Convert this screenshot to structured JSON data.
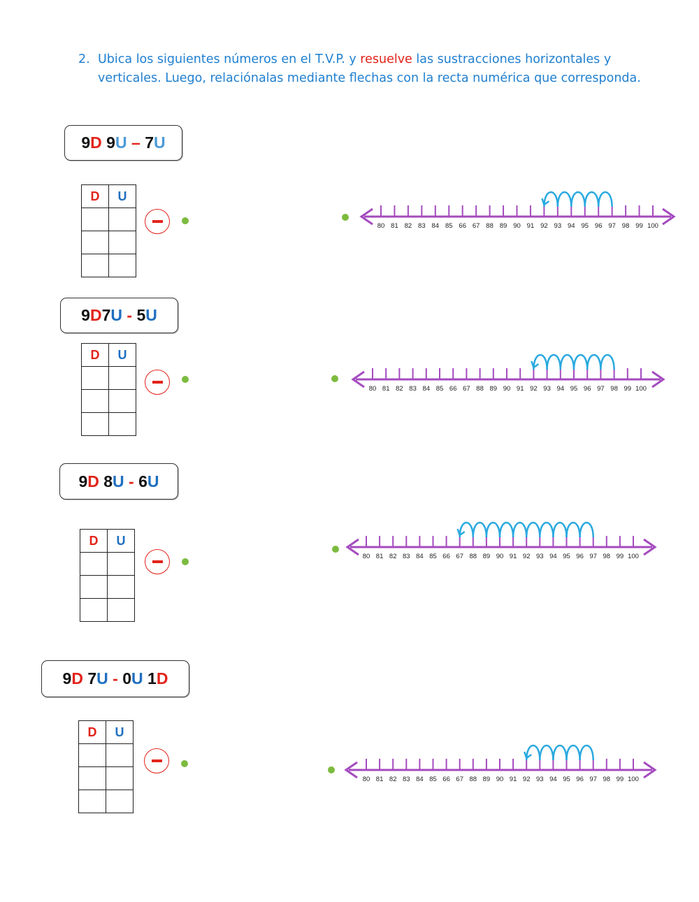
{
  "instructions": {
    "number": "2.",
    "text_before": "Ubica los siguientes números en el T.V.P. y ",
    "highlight": "resuelve",
    "text_after": " las sustracciones horizontales y",
    "line2": "verticales. Luego, relaciónalas mediante flechas con la recta numérica que corresponda."
  },
  "table_header": {
    "d": "D",
    "u": "U"
  },
  "exercises": [
    {
      "parts": [
        [
          "9",
          "n"
        ],
        [
          "D",
          "d"
        ],
        [
          " 9",
          "n"
        ],
        [
          "U",
          "lu"
        ],
        [
          " – ",
          "m"
        ],
        [
          "7",
          "n"
        ],
        [
          "U",
          "lu"
        ]
      ]
    },
    {
      "parts": [
        [
          "9",
          "n"
        ],
        [
          "D",
          "d"
        ],
        [
          "7",
          "n"
        ],
        [
          "U",
          "u"
        ],
        [
          " - ",
          "m"
        ],
        [
          "5",
          "n"
        ],
        [
          "U",
          "u"
        ]
      ]
    },
    {
      "parts": [
        [
          "9",
          "n"
        ],
        [
          "D",
          "d"
        ],
        [
          " 8",
          "n"
        ],
        [
          "U",
          "u"
        ],
        [
          " - ",
          "m"
        ],
        [
          "6",
          "n"
        ],
        [
          "U",
          "u"
        ]
      ]
    },
    {
      "parts": [
        [
          "9",
          "n"
        ],
        [
          "D",
          "d"
        ],
        [
          " 7",
          "n"
        ],
        [
          "U",
          "u"
        ],
        [
          " - ",
          "m"
        ],
        [
          "0",
          "n"
        ],
        [
          "U",
          "u"
        ],
        [
          " 1",
          "n"
        ],
        [
          "D",
          "d"
        ]
      ]
    }
  ],
  "number_lines": {
    "labels": [
      "80",
      "81",
      "82",
      "83",
      "84",
      "85",
      "66",
      "67",
      "88",
      "89",
      "90",
      "91",
      "92",
      "93",
      "94",
      "95",
      "96",
      "97",
      "98",
      "99",
      "100"
    ],
    "line_color": "#a54bbf",
    "hop_color": "#2aa9e0",
    "lines": [
      {
        "hops_from": 97,
        "hops_to": 92
      },
      {
        "hops_from": 98,
        "hops_to": 92
      },
      {
        "hops_from": 97,
        "hops_to": 87
      },
      {
        "hops_from": 97,
        "hops_to": 92
      }
    ]
  }
}
